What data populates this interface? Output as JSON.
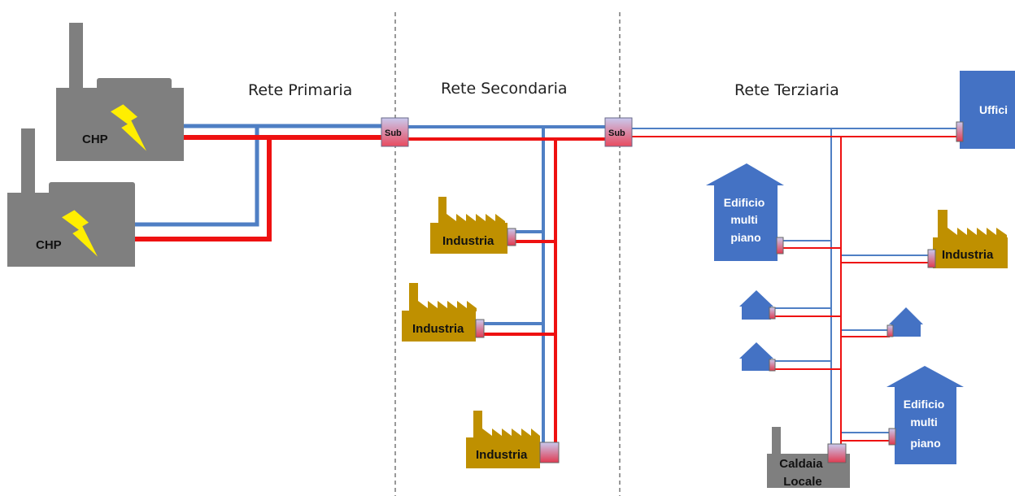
{
  "sections": {
    "primary": "Rete Primaria",
    "secondary": "Rete Secondaria",
    "tertiary": "Rete Terziaria"
  },
  "plants": [
    {
      "label": "CHP"
    },
    {
      "label": "CHP"
    }
  ],
  "substations": [
    {
      "label": "Sub"
    },
    {
      "label": "Sub"
    }
  ],
  "secondary_users": [
    {
      "label": "Industria"
    },
    {
      "label": "Industria"
    },
    {
      "label": "Industria"
    }
  ],
  "tertiary_users": {
    "offices": "Uffici",
    "multi_storey_1": [
      "Edificio",
      "multi",
      "piano"
    ],
    "multi_storey_2": [
      "Edificio",
      "multi",
      "piano"
    ],
    "industry": "Industria",
    "local_boiler": [
      "Caldaia",
      "Locale"
    ]
  },
  "colors": {
    "supply": "#ee1111",
    "return": "#4f7fc4",
    "plant": "#7f7f7f",
    "industry": "#bf9000",
    "building": "#4472c4",
    "bolt": "#ffee00",
    "substation_top": "#c9c9ee",
    "substation_bottom": "#e84a5f"
  },
  "icons": [
    "lightning-bolt-icon",
    "factory-icon",
    "house-icon",
    "substation-icon"
  ]
}
